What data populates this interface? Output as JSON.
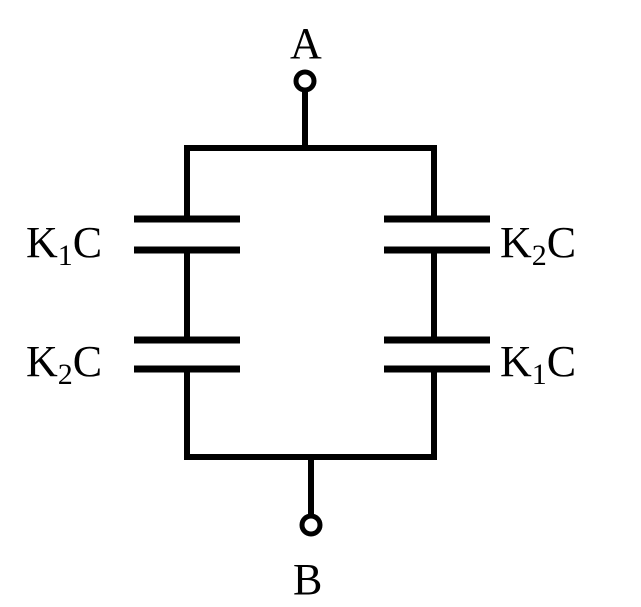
{
  "terminals": {
    "top": "A",
    "bottom": "B"
  },
  "capacitors": {
    "left_upper": {
      "letter": "K",
      "subscript": "1",
      "symbol": "C"
    },
    "left_lower": {
      "letter": "K",
      "subscript": "2",
      "symbol": "C"
    },
    "right_upper": {
      "letter": "K",
      "subscript": "2",
      "symbol": "C"
    },
    "right_lower": {
      "letter": "K",
      "subscript": "1",
      "symbol": "C"
    }
  },
  "colors": {
    "stroke": "#000000",
    "background": "#ffffff"
  }
}
